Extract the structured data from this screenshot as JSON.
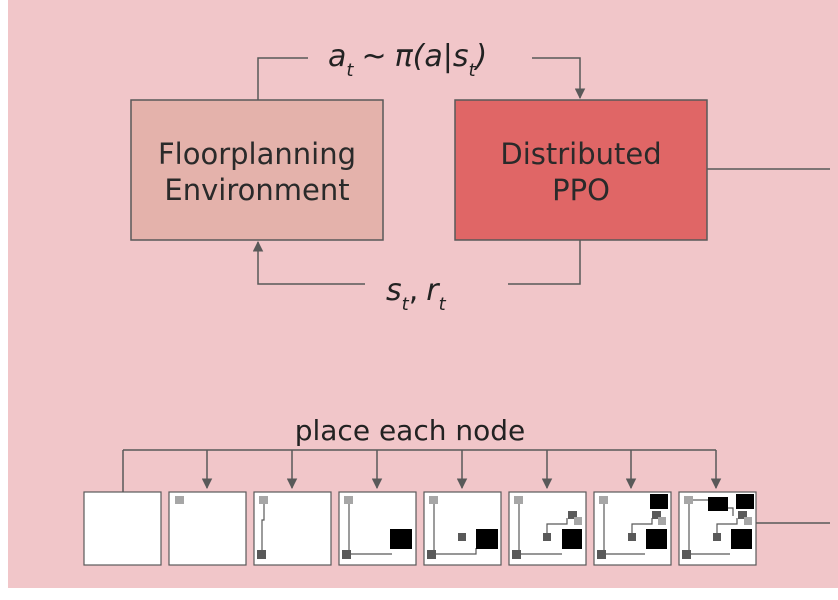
{
  "colors": {
    "background": "#f1c6c9",
    "env_box": "#e4b2ab",
    "ppo_box": "#e06666",
    "line": "#595959"
  },
  "env_box": {
    "line1": "Floorplanning",
    "line2": "Environment"
  },
  "ppo_box": {
    "line1": "Distributed",
    "line2": "PPO"
  },
  "action_label": {
    "a": "a",
    "a_sub": "t",
    "tilde": "~",
    "pi": "π(a|s",
    "pi_sub": "t",
    "close": ")"
  },
  "state_label": {
    "s": "s",
    "s_sub": "t",
    "comma": ",",
    "r": "r",
    "r_sub": "t"
  },
  "placement_label": "place each node",
  "frames_count_note": "8 placement steps"
}
